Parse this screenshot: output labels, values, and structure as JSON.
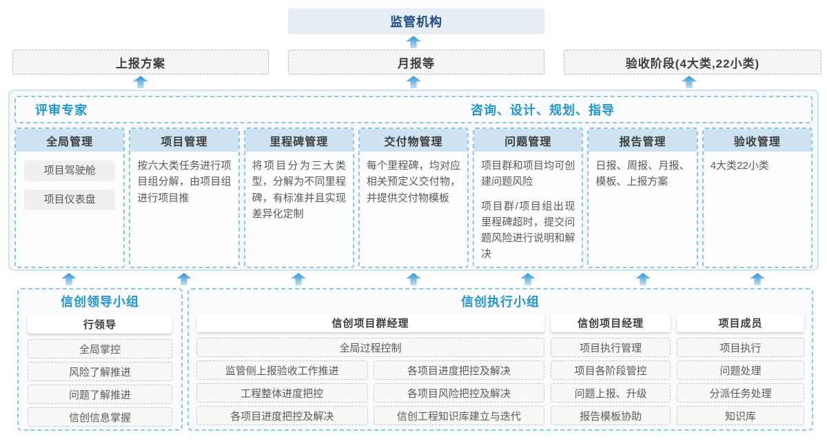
{
  "colors": {
    "accent_blue": "#2196d3",
    "regulator_bg": "#e7edf5",
    "regulator_text": "#1c4b84",
    "column_header_bg": "#cde3f2",
    "dashed_blue_border": "#8ac6e9",
    "dashed_gray_border": "#b5b5b5",
    "arrow_blue": "#2f95d5"
  },
  "top": {
    "regulator": "监管机构",
    "report_boxes": [
      {
        "label": "上报方案"
      },
      {
        "label": "月报等"
      },
      {
        "label": "验收阶段(4大类,22小类)"
      }
    ]
  },
  "platform": {
    "left_title": "评审专家",
    "right_title": "咨询、设计、规划、指导",
    "columns": [
      {
        "header": "全局管理",
        "pills": [
          "项目驾驶舱",
          "项目仪表盘"
        ]
      },
      {
        "header": "项目管理",
        "paragraphs": [
          "按六大类任务进行项目组分解，由项目组进行项目推"
        ]
      },
      {
        "header": "里程碑管理",
        "paragraphs": [
          "将项目分为三大类型，分解为不同里程碑，有标准并且实现差异化定制"
        ]
      },
      {
        "header": "交付物管理",
        "paragraphs": [
          "每个里程碑，均对应相关预定义交付物，并提供交付物模板"
        ]
      },
      {
        "header": "问题管理",
        "paragraphs": [
          "项目群和项目均可创建问题风险",
          "项目群/项目组出现里程碑超时，提交问题风险进行说明和解决"
        ]
      },
      {
        "header": "报告管理",
        "paragraphs": [
          "日报、周报、月报、模板、上报方案"
        ]
      },
      {
        "header": "验收管理",
        "paragraphs": [
          "4大类22小类"
        ]
      }
    ]
  },
  "bottom": {
    "leader_group": {
      "title": "信创领导小组",
      "role": "行领导",
      "items": [
        "全局掌控",
        "风险了解推进",
        "问题了解推进",
        "信创信息掌握"
      ]
    },
    "exec_group": {
      "title": "信创执行小组",
      "program_manager": {
        "role": "信创项目群经理",
        "full_item": "全局过程控制",
        "left_items": [
          "监管侧上报验收工作推进",
          "工程整体进度把控",
          "各项目进度把控及解决"
        ],
        "right_items": [
          "各项目进度把控及解决",
          "各项目风险把控及解决",
          "信创工程知识库建立与迭代"
        ]
      },
      "project_manager": {
        "role": "信创项目经理",
        "items": [
          "项目执行管理",
          "项目各阶段管控",
          "问题上报、升级",
          "报告模板协助"
        ]
      },
      "project_member": {
        "role": "项目成员",
        "items": [
          "项目执行",
          "问题处理",
          "分派任务处理",
          "知识库"
        ]
      }
    }
  }
}
